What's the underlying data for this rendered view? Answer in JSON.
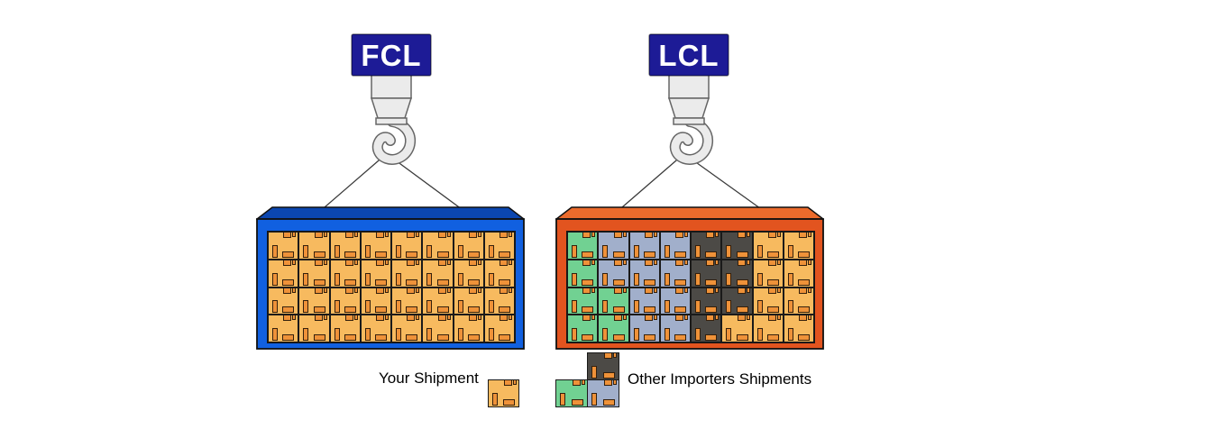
{
  "fcl": {
    "label": "FCL",
    "boxes": [
      [
        "orange",
        "orange",
        "orange",
        "orange",
        "orange",
        "orange",
        "orange",
        "orange"
      ],
      [
        "orange",
        "orange",
        "orange",
        "orange",
        "orange",
        "orange",
        "orange",
        "orange"
      ],
      [
        "orange",
        "orange",
        "orange",
        "orange",
        "orange",
        "orange",
        "orange",
        "orange"
      ],
      [
        "orange",
        "orange",
        "orange",
        "orange",
        "orange",
        "orange",
        "orange",
        "orange"
      ]
    ]
  },
  "lcl": {
    "label": "LCL",
    "boxes": [
      [
        "green",
        "slate",
        "slate",
        "slate",
        "dark",
        "dark",
        "orange",
        "orange"
      ],
      [
        "green",
        "slate",
        "slate",
        "slate",
        "dark",
        "dark",
        "orange",
        "orange"
      ],
      [
        "green",
        "green",
        "slate",
        "slate",
        "dark",
        "dark",
        "orange",
        "orange"
      ],
      [
        "green",
        "green",
        "slate",
        "slate",
        "dark",
        "orange",
        "orange",
        "orange"
      ]
    ]
  },
  "legend": {
    "your_shipment": "Your Shipment",
    "other_importers": "Other Importers Shipments",
    "your_box_color": "orange",
    "other_box_colors": [
      "dark",
      "green",
      "slate"
    ]
  },
  "colors": {
    "box_orange": "#F7BA5F",
    "box_green": "#71D192",
    "box_slate": "#A1AFCB",
    "box_dark": "#4C4A46",
    "box_accent": "#EF9239",
    "fcl_frame": "#1160E0",
    "fcl_top": "#0B46B0",
    "lcl_frame": "#E2541F",
    "lcl_top": "#EC6B2C",
    "label_bg": "#1D1B96",
    "hook_fill": "#EBEBEB",
    "hook_stroke": "#666666"
  }
}
